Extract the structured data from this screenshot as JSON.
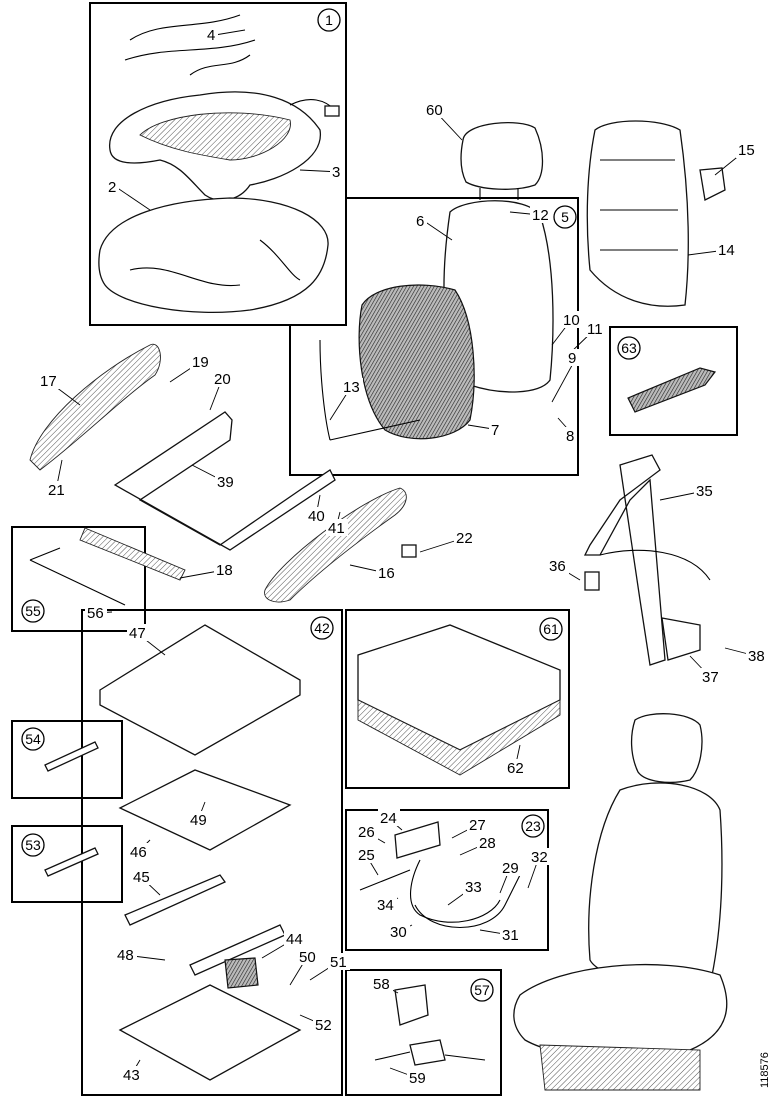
{
  "figure_ref": "118576",
  "groups": [
    {
      "number": "1"
    },
    {
      "number": "5"
    },
    {
      "number": "63"
    },
    {
      "number": "55"
    },
    {
      "number": "42"
    },
    {
      "number": "61"
    },
    {
      "number": "54"
    },
    {
      "number": "53"
    },
    {
      "number": "23"
    },
    {
      "number": "57"
    }
  ],
  "callouts": [
    {
      "label": "4"
    },
    {
      "label": "2"
    },
    {
      "label": "3"
    },
    {
      "label": "60"
    },
    {
      "label": "15"
    },
    {
      "label": "6"
    },
    {
      "label": "12"
    },
    {
      "label": "14"
    },
    {
      "label": "10"
    },
    {
      "label": "11"
    },
    {
      "label": "13"
    },
    {
      "label": "9"
    },
    {
      "label": "7"
    },
    {
      "label": "8"
    },
    {
      "label": "19"
    },
    {
      "label": "17"
    },
    {
      "label": "20"
    },
    {
      "label": "21"
    },
    {
      "label": "39"
    },
    {
      "label": "35"
    },
    {
      "label": "40"
    },
    {
      "label": "41"
    },
    {
      "label": "22"
    },
    {
      "label": "18"
    },
    {
      "label": "16"
    },
    {
      "label": "36"
    },
    {
      "label": "56"
    },
    {
      "label": "47"
    },
    {
      "label": "38"
    },
    {
      "label": "37"
    },
    {
      "label": "62"
    },
    {
      "label": "24"
    },
    {
      "label": "26"
    },
    {
      "label": "27"
    },
    {
      "label": "28"
    },
    {
      "label": "49"
    },
    {
      "label": "46"
    },
    {
      "label": "25"
    },
    {
      "label": "32"
    },
    {
      "label": "29"
    },
    {
      "label": "45"
    },
    {
      "label": "33"
    },
    {
      "label": "34"
    },
    {
      "label": "30"
    },
    {
      "label": "31"
    },
    {
      "label": "48"
    },
    {
      "label": "44"
    },
    {
      "label": "50"
    },
    {
      "label": "51"
    },
    {
      "label": "58"
    },
    {
      "label": "52"
    },
    {
      "label": "43"
    },
    {
      "label": "59"
    }
  ]
}
